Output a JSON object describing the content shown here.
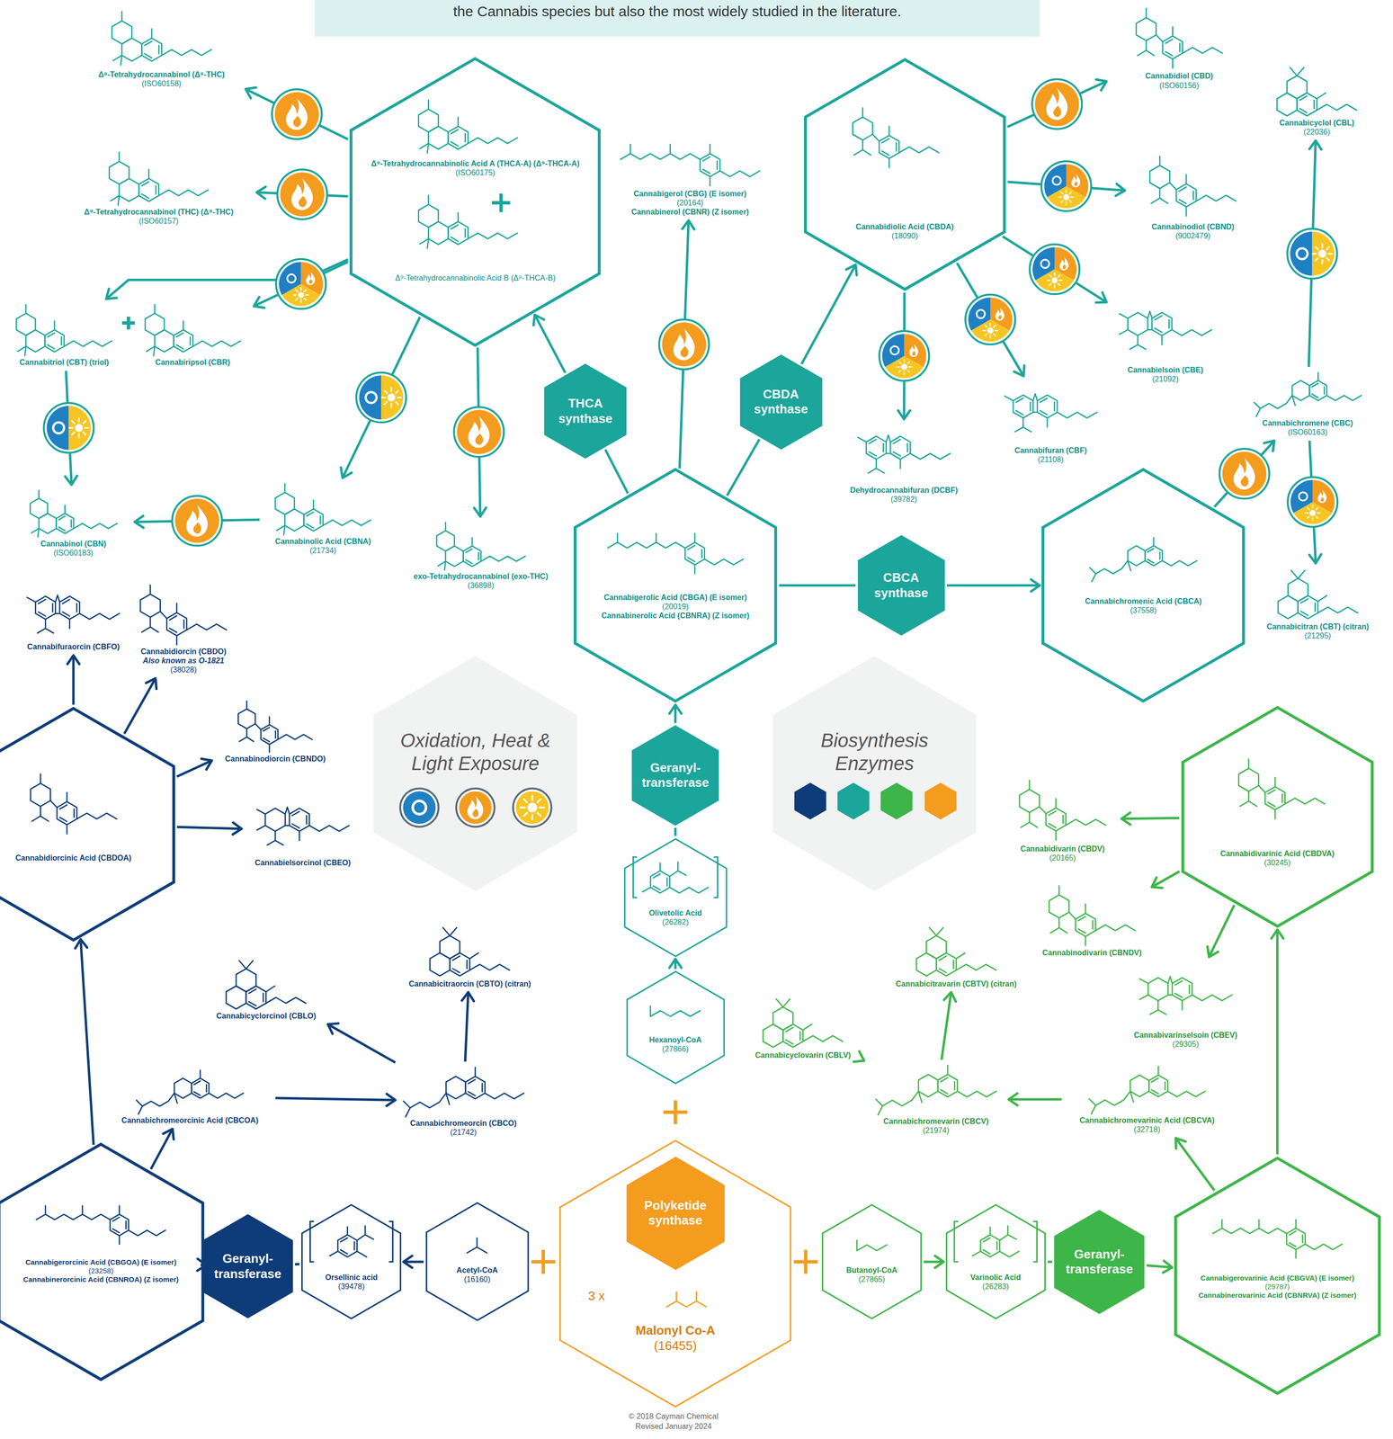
{
  "diagram": {
    "nodes": [
      {
        "text": [
          "Δ⁸-Tetrahydrocannabinol (Δ⁸-THC)",
          "(ISO60158)"
        ]
      },
      {
        "text": [
          "Δ⁹-Tetrahydrocannabinolic Acid A (THCA-A) (Δ⁹-THCA-A)",
          "(ISO60175)",
          "Δ⁹-Tetrahydrocannabinolic Acid B (Δ⁹-THCA-B)"
        ]
      },
      {
        "text": [
          "Cannabigerol (CBG) (E isomer)",
          "(20164)",
          "Cannabinerol (CBNR) (Z isomer)"
        ]
      },
      {
        "text": [
          "Cannabidiol (CBD)",
          "(ISO60156)"
        ]
      },
      {
        "text": [
          "Cannabicyclol (CBL)",
          "(22036)"
        ]
      },
      {
        "text": [
          "Cannabidiolic Acid (CBDA)",
          "(18090)"
        ]
      },
      {
        "text": [
          "Δ⁹-Tetrahydrocannabinol (THC) (Δ⁹-THC)",
          "(ISO60157)"
        ]
      },
      {
        "text": [
          "Cannabinodiol (CBND)",
          "(9002479)"
        ]
      },
      {
        "text": [
          "Cannabitriol (CBT) (triol)"
        ]
      },
      {
        "text": [
          "Cannabiripsol (CBR)"
        ]
      },
      {
        "text": [
          "THCA synthase"
        ]
      },
      {
        "text": [
          "CBDA synthase"
        ]
      },
      {
        "text": [
          "Cannabielsoin (CBE)",
          "(21092)"
        ]
      },
      {
        "text": [
          "Cannabichromene (CBC)",
          "(ISO60163)"
        ]
      },
      {
        "text": [
          "Cannabifuran (CBF)",
          "(21108)"
        ]
      },
      {
        "text": [
          "Dehydrocannabifuran (DCBF)",
          "(39782)"
        ]
      },
      {
        "text": [
          "Cannabinolic Acid (CBNA)",
          "(21734)"
        ]
      },
      {
        "text": [
          "Cannabinol (CBN)",
          "(ISO60183)"
        ]
      },
      {
        "text": [
          "exo-Tetrahydrocannabinol (exo-THC)",
          "(36898)"
        ]
      },
      {
        "text": [
          "Cannabigerolic Acid (CBGA) (E isomer)",
          "(20019)",
          "Cannabinerolic Acid (CBNRA) (Z isomer)"
        ]
      },
      {
        "text": [
          "CBCA synthase"
        ]
      },
      {
        "text": [
          "Cannabichromenic Acid (CBCA)",
          "(37558)"
        ]
      },
      {
        "text": [
          "Cannabicitran (CBT) (citran)",
          "(21295)"
        ]
      },
      {
        "text": [
          "Cannabifuraorcin (CBFO)"
        ]
      },
      {
        "text": [
          "Cannabidiorcin (CBDO)",
          "Also known as O-1821",
          "(38028)"
        ]
      },
      {
        "text": [
          "Cannabinodiorcin (CBNDO)"
        ]
      },
      {
        "text": [
          "Cannabidiorcinic Acid (CBDOA)"
        ]
      },
      {
        "text": [
          "Cannabielsorcinol (CBEO)"
        ]
      },
      {
        "text": [
          "Geranyl- transferase"
        ]
      },
      {
        "text": [
          "Cannabidivarinic Acid (CBDVA)",
          "(30245)"
        ]
      },
      {
        "text": [
          "Cannabidivarin (CBDV)",
          "(20165)"
        ]
      },
      {
        "text": [
          "Olivetolic Acid",
          "(26282)"
        ]
      },
      {
        "text": [
          "Cannabinodivarin (CBNDV)"
        ]
      },
      {
        "text": [
          "Cannabicitraorcin (CBTO) (citran)"
        ]
      },
      {
        "text": [
          "Cannabicitravarin (CBTV) (citran)"
        ]
      },
      {
        "text": [
          "Cannabicyclorcinol (CBLO)"
        ]
      },
      {
        "text": [
          "Cannabivarinselsoin (CBEV)",
          "(29305)"
        ]
      },
      {
        "text": [
          "Hexanoyl-CoA",
          "(27866)"
        ]
      },
      {
        "text": [
          "Cannabicyclovarin (CBLV)"
        ]
      },
      {
        "text": [
          "Cannabichromeorcinic Acid (CBCOA)"
        ]
      },
      {
        "text": [
          "Cannabichromeorcin (CBCO)",
          "(21742)"
        ]
      },
      {
        "text": [
          "Cannabichromevarin (CBCV)",
          "(21974)"
        ]
      },
      {
        "text": [
          "Cannabichromevarinic Acid (CBCVA)",
          "(32718)"
        ]
      },
      {
        "text": [
          "3 x",
          "Malonyl Co-A",
          "(16455)"
        ]
      },
      {
        "text": [
          "Polyketide synthase"
        ],
        "in": 43
      },
      {
        "text": [
          "Cannabigerorcinic Acid (CBGOA) (E isomer)",
          "(23258)",
          "Cannabinerorcinic Acid (CBNROA) (Z isomer)"
        ]
      },
      {
        "text": [
          "Geranyl- transferase"
        ]
      },
      {
        "text": [
          "Orsellinic acid",
          "(39478)"
        ]
      },
      {
        "text": [
          "Acetyl-CoA",
          "(16160)"
        ]
      },
      {
        "text": [
          "Butanoyl-CoA",
          "(27865)"
        ]
      },
      {
        "text": [
          "Varinolic Acid",
          "(26283)"
        ]
      },
      {
        "text": [
          "Geranyl- transferase"
        ]
      },
      {
        "text": [
          "Cannabigerovarinic Acid (CBGVA) (E isomer)",
          "(29787)",
          "Cannabinerovarinic Acid (CBNRVA) (Z isomer)"
        ]
      }
    ],
    "edges": [
      {
        "from": 1,
        "to": 0,
        "arrow": "to"
      },
      {
        "from": 1,
        "to": 6,
        "arrow": "to"
      },
      {
        "from": 1,
        "to": 9,
        "arrow": "to"
      },
      {
        "from": 1,
        "to": 8,
        "arrow": "to"
      },
      {
        "from": 1,
        "to": 16,
        "arrow": "to"
      },
      {
        "from": 1,
        "to": 18,
        "arrow": "to"
      },
      {
        "from": 16,
        "to": 17,
        "arrow": "to"
      },
      {
        "from": 8,
        "to": 17,
        "arrow": "to"
      },
      {
        "from": 19,
        "to": 10,
        "arrow": "none"
      },
      {
        "from": 10,
        "to": 1,
        "arrow": "to"
      },
      {
        "from": 19,
        "to": 11,
        "arrow": "none"
      },
      {
        "from": 11,
        "to": 5,
        "arrow": "to"
      },
      {
        "from": 19,
        "to": 2,
        "arrow": "to"
      },
      {
        "from": 19,
        "to": 20,
        "arrow": "none"
      },
      {
        "from": 20,
        "to": 21,
        "arrow": "to"
      },
      {
        "from": 5,
        "to": 3,
        "arrow": "to"
      },
      {
        "from": 5,
        "to": 7,
        "arrow": "to"
      },
      {
        "from": 5,
        "to": 12,
        "arrow": "to"
      },
      {
        "from": 5,
        "to": 14,
        "arrow": "to"
      },
      {
        "from": 5,
        "to": 15,
        "arrow": "to"
      },
      {
        "from": 21,
        "to": 13,
        "arrow": "to"
      },
      {
        "from": 13,
        "to": 4,
        "arrow": "to"
      },
      {
        "from": 13,
        "to": 22,
        "arrow": "to"
      },
      {
        "from": 37,
        "to": 31,
        "arrow": "to"
      },
      {
        "from": 31,
        "to": 28,
        "arrow": "none"
      },
      {
        "from": 28,
        "to": 19,
        "arrow": "to"
      },
      {
        "from": 48,
        "to": 47,
        "arrow": "to"
      },
      {
        "from": 47,
        "to": 46,
        "arrow": "none"
      },
      {
        "from": 46,
        "to": 45,
        "arrow": "to"
      },
      {
        "from": 45,
        "to": 26,
        "arrow": "to"
      },
      {
        "from": 45,
        "to": 39,
        "arrow": "to"
      },
      {
        "from": 26,
        "to": 23,
        "arrow": "to"
      },
      {
        "from": 26,
        "to": 24,
        "arrow": "to"
      },
      {
        "from": 26,
        "to": 25,
        "arrow": "to"
      },
      {
        "from": 26,
        "to": 27,
        "arrow": "to"
      },
      {
        "from": 39,
        "to": 40,
        "arrow": "to"
      },
      {
        "from": 40,
        "to": 35,
        "arrow": "to"
      },
      {
        "from": 40,
        "to": 33,
        "arrow": "to"
      },
      {
        "from": 49,
        "to": 50,
        "arrow": "to"
      },
      {
        "from": 50,
        "to": 51,
        "arrow": "none"
      },
      {
        "from": 51,
        "to": 52,
        "arrow": "to"
      },
      {
        "from": 52,
        "to": 29,
        "arrow": "to"
      },
      {
        "from": 52,
        "to": 42,
        "arrow": "to"
      },
      {
        "from": 42,
        "to": 41,
        "arrow": "to"
      },
      {
        "from": 41,
        "to": 38,
        "arrow": "to"
      },
      {
        "from": 41,
        "to": 34,
        "arrow": "to"
      },
      {
        "from": 29,
        "to": 30,
        "arrow": "to"
      },
      {
        "from": 29,
        "to": 32,
        "arrow": "to"
      },
      {
        "from": 29,
        "to": 36,
        "arrow": "to"
      }
    ],
    "labels": [
      "the Cannabis species but also the most widely studied in the literature.",
      "© 2018 Cayman Chemical",
      "Revised January 2024"
    ],
    "legend": [
      {
        "text": "Oxidation, Heat & Light Exposure"
      },
      {
        "text": "Biosynthesis Enzymes"
      }
    ]
  }
}
